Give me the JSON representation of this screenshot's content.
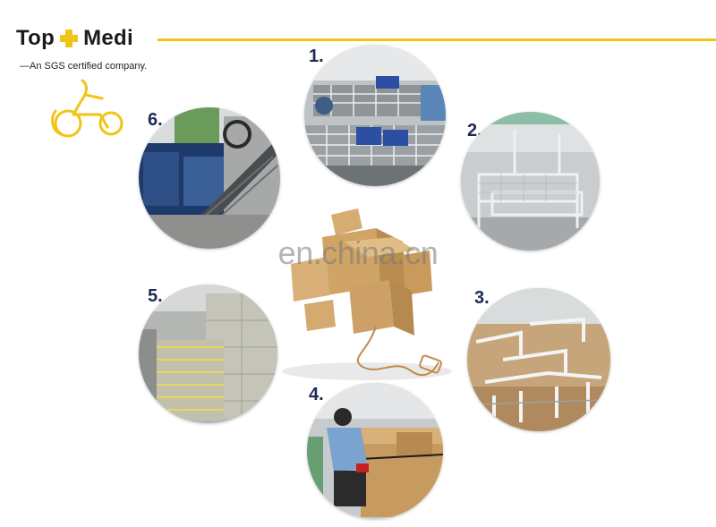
{
  "brand": {
    "name_left": "Top",
    "name_right": "Medi",
    "tagline": "—An SGS certified company.",
    "accent": "#f2c416",
    "text_color": "#1c1c1c"
  },
  "watermark": "en.china.cn",
  "steps": [
    {
      "label": "1.",
      "icon": "workshop-wire-beds"
    },
    {
      "label": "2.",
      "icon": "bed-frames-assembly"
    },
    {
      "label": "3.",
      "icon": "frame-parts-stacked"
    },
    {
      "label": "4.",
      "icon": "worker-strapping-box"
    },
    {
      "label": "5.",
      "icon": "packed-cartons"
    },
    {
      "label": "6.",
      "icon": "container-loading"
    }
  ],
  "colors": {
    "step_number": "#1e2a55",
    "cardboard": "#c9a063"
  }
}
